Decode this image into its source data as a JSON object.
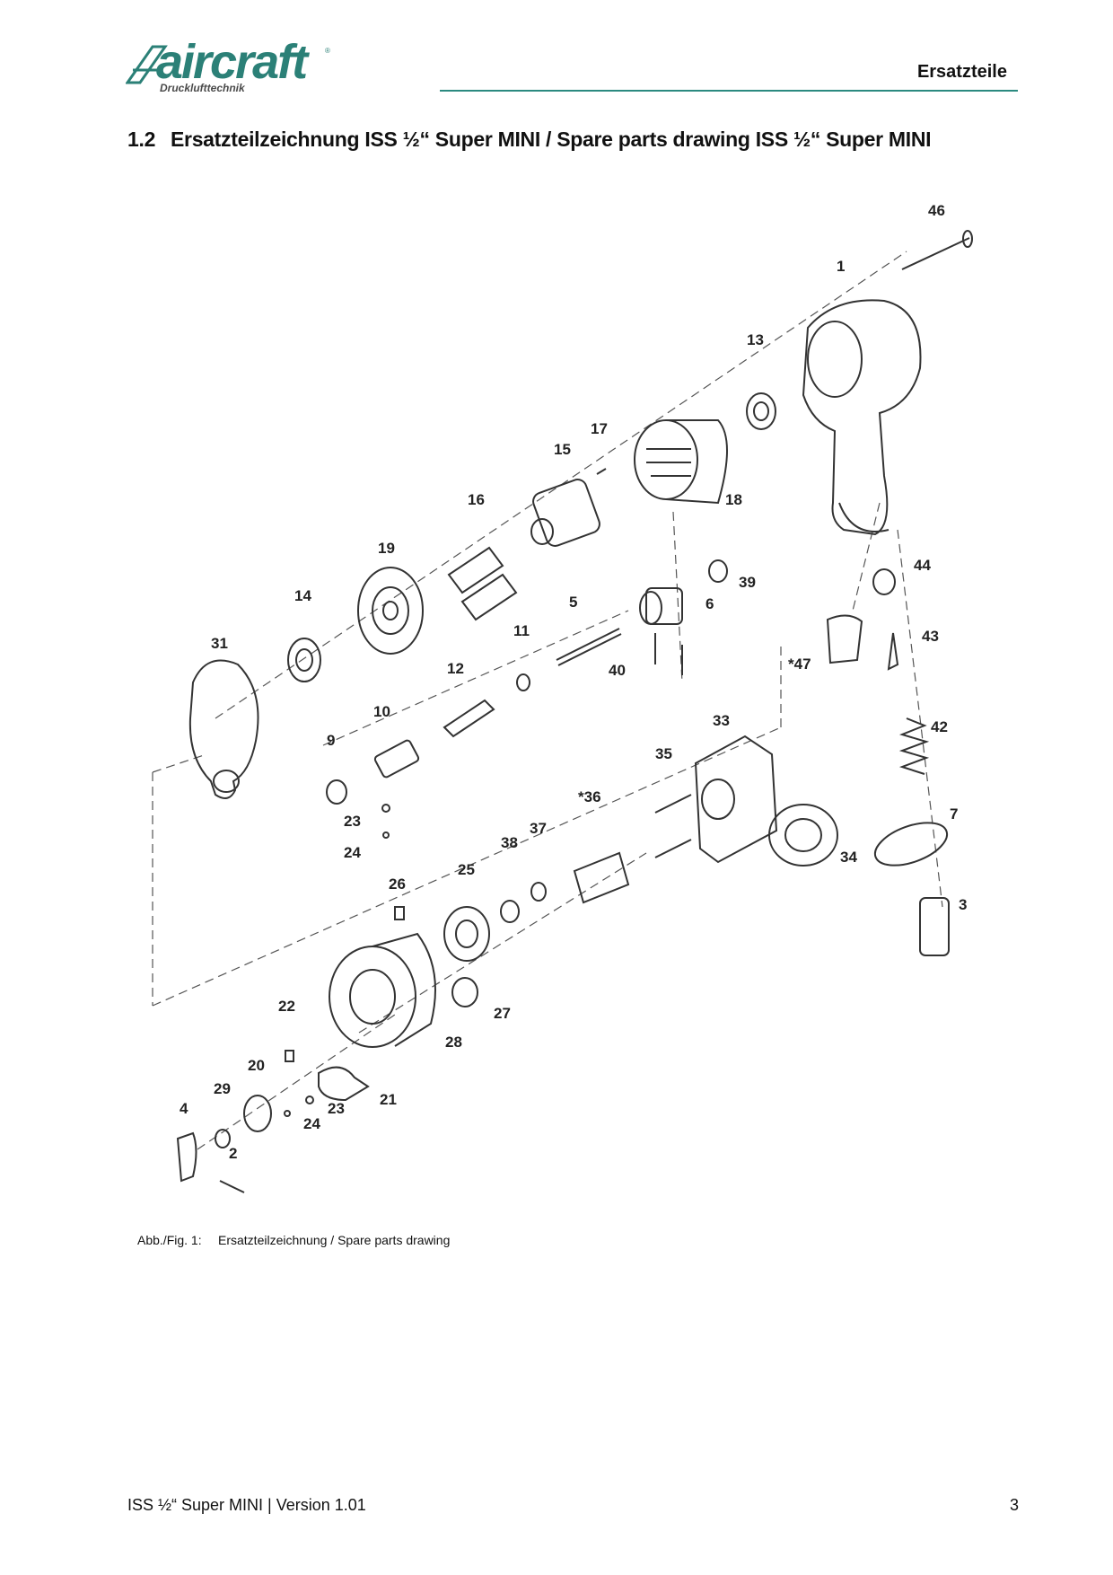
{
  "logo": {
    "word": "aircraft",
    "reg": "®",
    "tagline": "Drucklufttechnik"
  },
  "header": {
    "section": "Ersatzteile"
  },
  "title": {
    "number": "1.2",
    "text": "Ersatzteilzeichnung ISS ½“ Super MINI  / Spare parts drawing ISS ½“ Super MINI"
  },
  "parts": {
    "p1": "1",
    "p2": "2",
    "p3": "3",
    "p4": "4",
    "p5": "5",
    "p6": "6",
    "p7": "7",
    "p9": "9",
    "p10": "10",
    "p11": "11",
    "p12": "12",
    "p13": "13",
    "p14": "14",
    "p15": "15",
    "p16": "16",
    "p17": "17",
    "p18": "18",
    "p19": "19",
    "p20": "20",
    "p21": "21",
    "p22": "22",
    "p23a": "23",
    "p23b": "23",
    "p24a": "24",
    "p24b": "24",
    "p25": "25",
    "p26": "26",
    "p27": "27",
    "p28": "28",
    "p29": "29",
    "p31": "31",
    "p33": "33",
    "p34": "34",
    "p35": "35",
    "p36": "*36",
    "p37": "37",
    "p38": "38",
    "p39": "39",
    "p40": "40",
    "p42": "42",
    "p43": "43",
    "p44": "44",
    "p46": "46",
    "p47": "*47"
  },
  "caption": {
    "label": "Abb./Fig. 1:",
    "text": "Ersatzteilzeichnung / Spare parts drawing"
  },
  "footer": {
    "doc": "ISS ½“ Super MINI  | Version 1.01",
    "page": "3"
  },
  "colors": {
    "brand": "#2b8077",
    "rule": "#2b8a80"
  }
}
